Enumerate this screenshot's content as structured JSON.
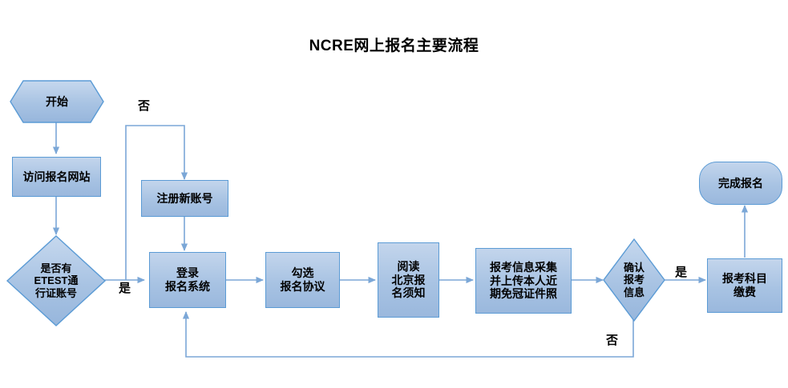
{
  "title": "NCRE网上报名主要流程",
  "colors": {
    "node_fill": "#a8c3e3",
    "node_border": "#5b9bd5",
    "connector": "#7ba7d7",
    "text": "#000000",
    "background": "#ffffff"
  },
  "nodes": {
    "start": {
      "label": "开始",
      "shape": "hexagon"
    },
    "visit_site": {
      "label": "访问报名网站",
      "shape": "rectangle"
    },
    "has_account": {
      "label": "是否有\nETEST通\n行证账号",
      "shape": "diamond"
    },
    "register": {
      "label": "注册新账号",
      "shape": "rectangle"
    },
    "login": {
      "label": "登录\n报名系统",
      "shape": "rectangle"
    },
    "agreement": {
      "label": "勾选\n报名协议",
      "shape": "rectangle"
    },
    "read_notice": {
      "label": "阅读\n北京报\n名须知",
      "shape": "rectangle"
    },
    "collect_info": {
      "label": "报考信息采集\n并上传本人近\n期免冠证件照",
      "shape": "rectangle"
    },
    "confirm_info": {
      "label": "确认\n报考\n信息",
      "shape": "diamond"
    },
    "payment": {
      "label": "报考科目\n缴费",
      "shape": "rectangle"
    },
    "finish": {
      "label": "完成报名",
      "shape": "stadium"
    }
  },
  "edge_labels": {
    "no_to_register": "否",
    "yes_to_login": "是",
    "yes_to_payment": "是",
    "no_back_to_login": "否"
  }
}
